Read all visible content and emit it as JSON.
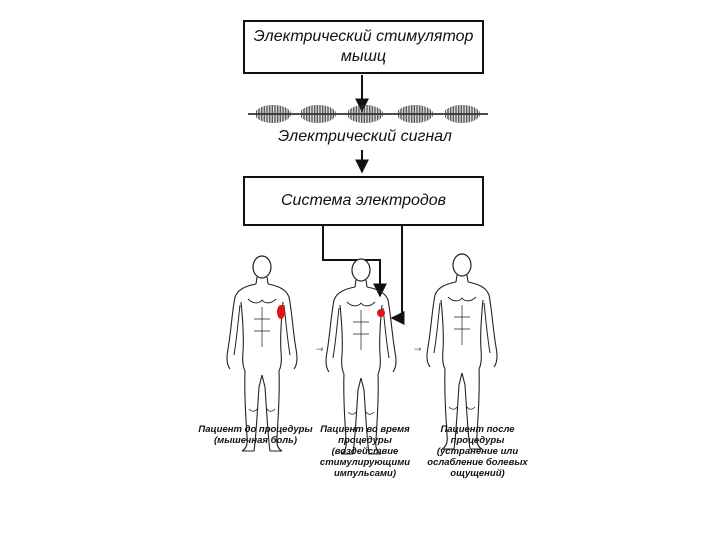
{
  "stimulator": {
    "title_line1": "Электрический стимулятор",
    "title_line2": "мышц"
  },
  "signal": {
    "label": "Электрический сигнал"
  },
  "electrodes": {
    "label": "Система электродов"
  },
  "patients": [
    {
      "lines": [
        "Пациент до процедуры",
        "(мышечная боль)"
      ]
    },
    {
      "lines": [
        "Пациент во время",
        "процедуры",
        "(воздействие",
        "стимулирующими",
        "импульсами)"
      ]
    },
    {
      "lines": [
        "Пациент после",
        "процедуры",
        "(устранение или",
        "ослабление болевых",
        "ощущений)"
      ]
    }
  ],
  "colors": {
    "line": "#111111",
    "pain_mark": "#e01414",
    "stimulus_mark": "#e01414"
  }
}
